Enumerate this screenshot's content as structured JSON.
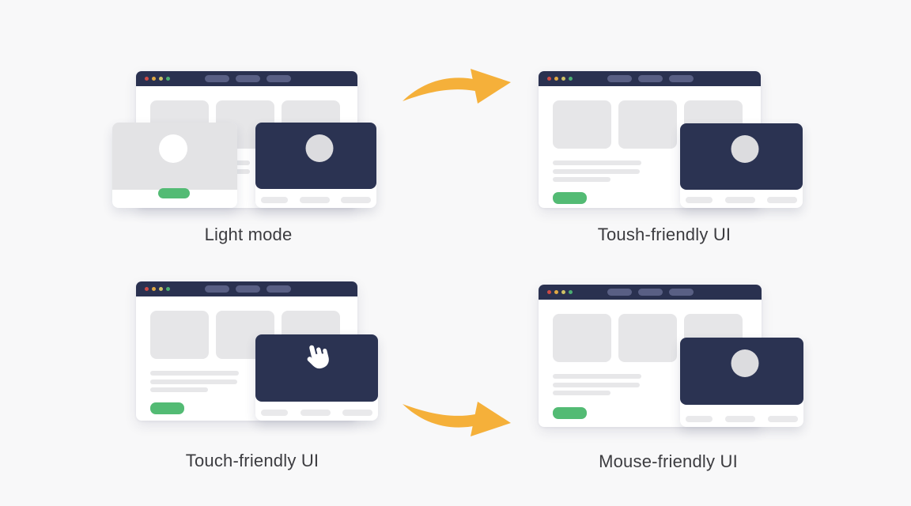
{
  "diagram_title": "",
  "panels": {
    "top_left": {
      "label": "Light mode"
    },
    "top_right": {
      "label": "Toush-friendly UI"
    },
    "bottom_left": {
      "label": "Touch-friendly UI"
    },
    "bottom_right": {
      "label": "Mouse-friendly UI"
    }
  },
  "icons": {
    "top_arrow": "curved-arrow-right-icon",
    "bottom_arrow": "curved-arrow-right-icon",
    "bottom_left_card": "hand-pointer-icon",
    "titlebar_dots": "traffic-light-dots"
  },
  "colors": {
    "page-bg": "#f8f8f9",
    "titlebar": "#2a3150",
    "tab": "#595f84",
    "window": "#ffffff",
    "card": "#e6e6e8",
    "line": "#e7e7e9",
    "light-card": "#e3e3e5",
    "green": "#53bb74",
    "dark": "#2b3352",
    "circle": "#dcdcdf",
    "pill": "#e9e9eb",
    "arrow": "#f5b03a",
    "label": "#3c3c40",
    "dot-red": "#cf4b45",
    "dot-yellow": "#e0a944",
    "dot-olive": "#cfc266",
    "dot-green": "#4bae72"
  }
}
